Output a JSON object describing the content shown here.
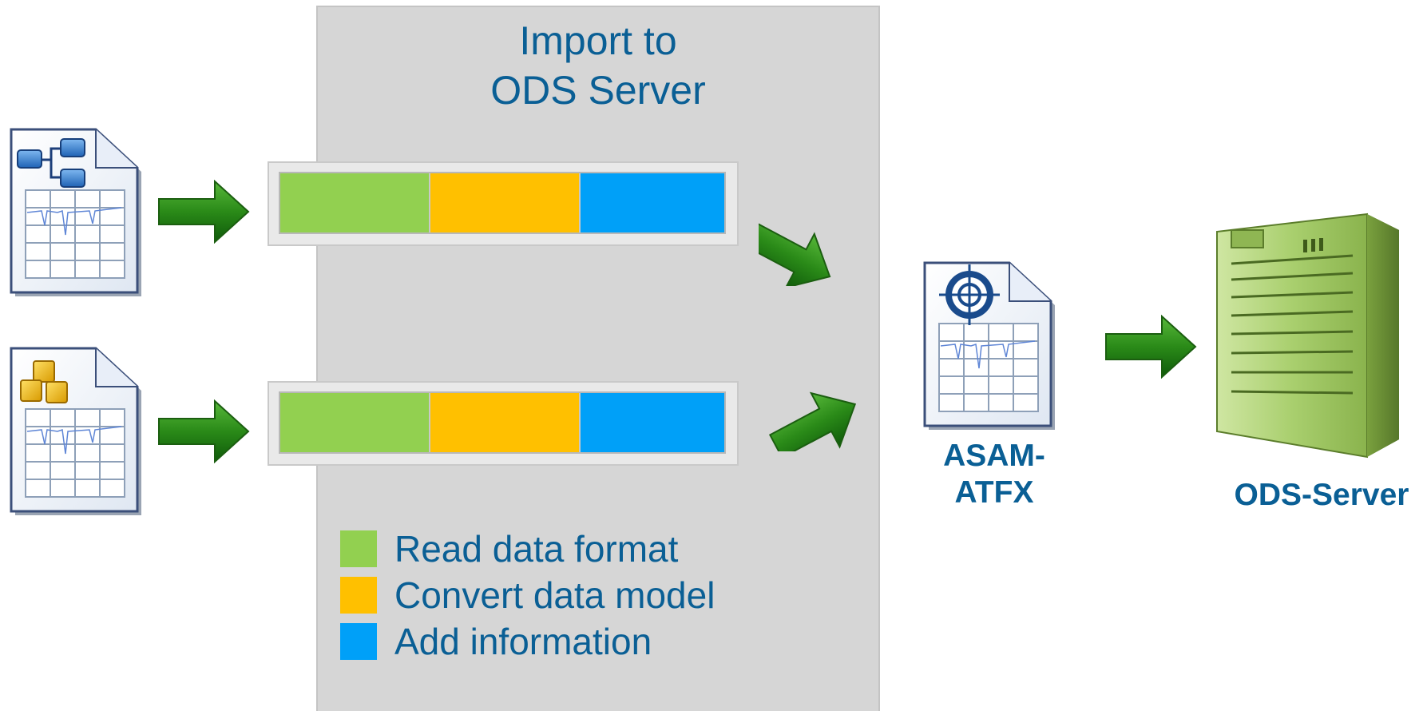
{
  "panel": {
    "title_line1": "Import to",
    "title_line2": "ODS Server"
  },
  "pipeline": {
    "stages": [
      {
        "id": "read",
        "color": "#92d050"
      },
      {
        "id": "convert",
        "color": "#ffc000"
      },
      {
        "id": "add",
        "color": "#00a0f8"
      }
    ]
  },
  "legend": {
    "items": [
      {
        "label": "Read data format",
        "color": "#92d050"
      },
      {
        "label": "Convert data model",
        "color": "#ffc000"
      },
      {
        "label": "Add information",
        "color": "#00a0f8"
      }
    ]
  },
  "atfx": {
    "label_line1": "ASAM-",
    "label_line2": "ATFX"
  },
  "server": {
    "label": "ODS-Server"
  },
  "icons": {
    "source_file_1": "hierarchy-document-icon",
    "source_file_2": "cubes-document-icon",
    "atfx_file": "asam-logo-document-icon",
    "server": "server-icon",
    "arrow": "green-arrow-icon"
  },
  "colors": {
    "title_text": "#0a5f95",
    "panel_bg": "#d6d6d6",
    "arrow_green": "#2e8a1c"
  }
}
